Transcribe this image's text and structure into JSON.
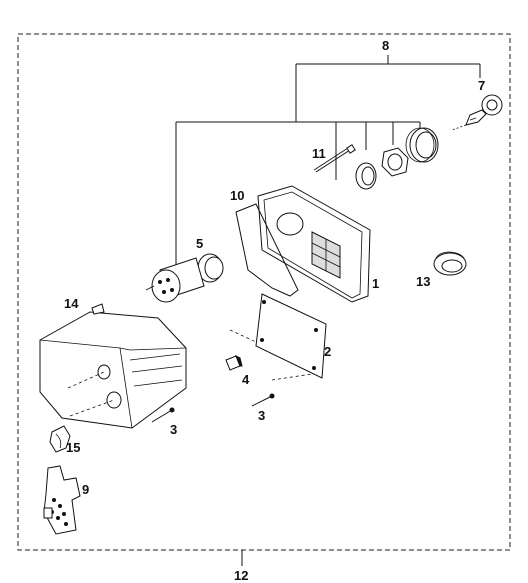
{
  "callouts": {
    "c1": "1",
    "c2": "2",
    "c3a": "3",
    "c3b": "3",
    "c4": "4",
    "c5": "5",
    "c7": "7",
    "c8": "8",
    "c9": "9",
    "c10": "10",
    "c11": "11",
    "c12": "12",
    "c13": "13",
    "c14": "14",
    "c15": "15"
  }
}
